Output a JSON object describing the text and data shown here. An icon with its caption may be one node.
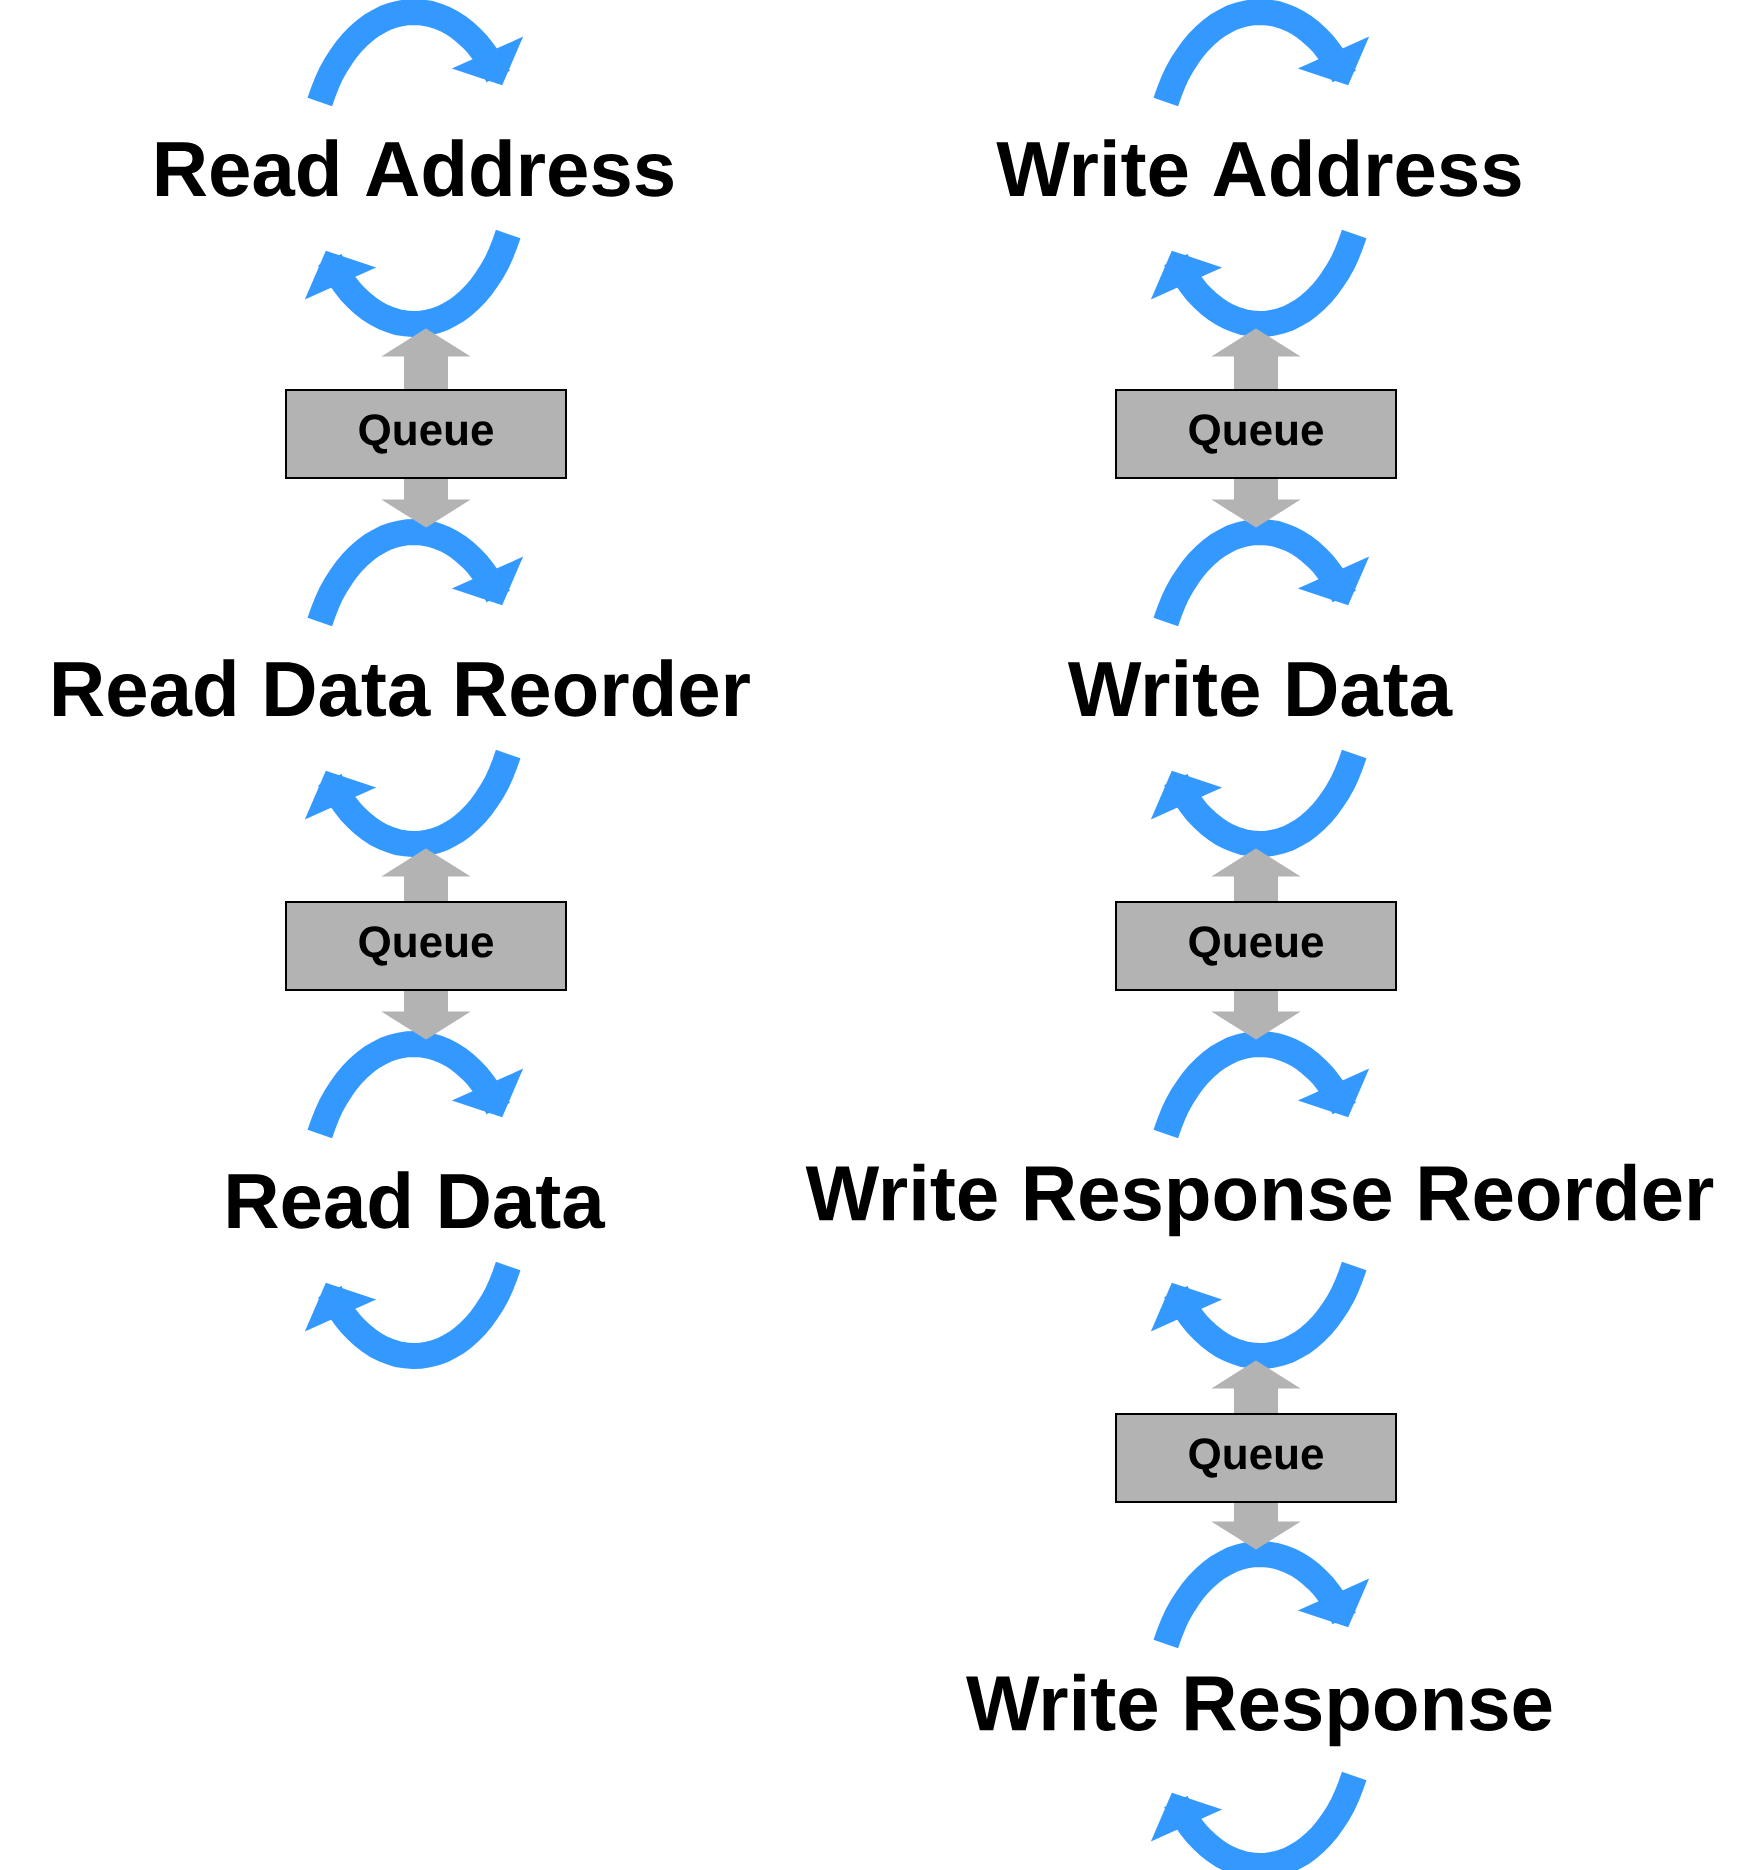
{
  "diagram": {
    "nodes": [
      {
        "text": [
          "Read Address"
        ]
      },
      {
        "text": [
          "Queue"
        ]
      },
      {
        "text": [
          "Read Data Reorder"
        ]
      },
      {
        "text": [
          "Queue"
        ]
      },
      {
        "text": [
          "Read Data"
        ]
      },
      {
        "text": [
          "Write Address"
        ]
      },
      {
        "text": [
          "Queue"
        ]
      },
      {
        "text": [
          "Write Data"
        ]
      },
      {
        "text": [
          "Queue"
        ]
      },
      {
        "text": [
          "Write Response Reorder"
        ]
      },
      {
        "text": [
          "Queue"
        ]
      },
      {
        "text": [
          "Write Response"
        ]
      }
    ],
    "edges": [
      {
        "from": 1,
        "to": 0,
        "arrow": "to"
      },
      {
        "from": 1,
        "to": 2,
        "arrow": "to"
      },
      {
        "from": 3,
        "to": 2,
        "arrow": "to"
      },
      {
        "from": 3,
        "to": 4,
        "arrow": "to"
      },
      {
        "from": 6,
        "to": 5,
        "arrow": "to"
      },
      {
        "from": 6,
        "to": 7,
        "arrow": "to"
      },
      {
        "from": 8,
        "to": 7,
        "arrow": "to"
      },
      {
        "from": 8,
        "to": 9,
        "arrow": "to"
      },
      {
        "from": 10,
        "to": 9,
        "arrow": "to"
      },
      {
        "from": 10,
        "to": 11,
        "arrow": "to"
      }
    ]
  }
}
